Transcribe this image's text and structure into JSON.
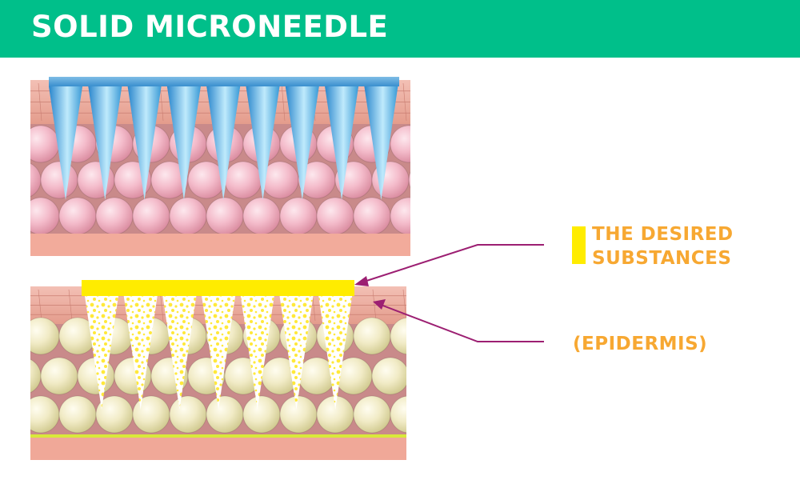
{
  "header": {
    "title": "SOLID MICRONEEDLE"
  },
  "legend": {
    "substances_line1": "THE DESIRED",
    "substances_line2": "SUBSTANCES",
    "epidermis": "(EPIDERMIS)"
  },
  "colors": {
    "header_bg": "#00bf8a",
    "label_text": "#f7a832",
    "substance_yellow": "#ffec00",
    "arrow": "#9c1f72",
    "needle_blue": "#2f8fd0"
  },
  "panels": {
    "top": {
      "needle_count": 9,
      "needle_type": "solid"
    },
    "bottom": {
      "needle_count": 7,
      "needle_type": "coated"
    }
  }
}
